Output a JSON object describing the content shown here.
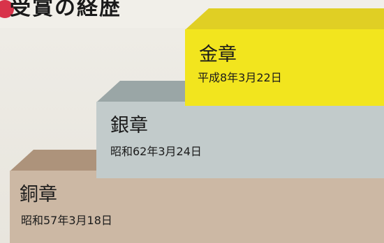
{
  "heading": "受賞の経歴",
  "colors": {
    "gold": "#f2e51e",
    "gold_top": "#e0cf24",
    "silver": "#c2cbcb",
    "silver_top": "#9aa6a6",
    "bronze": "#ccb8a4",
    "bronze_top": "#ad937b",
    "accent": "#d8334a"
  },
  "awards": [
    {
      "name": "金章",
      "date": "平成8年3月22日"
    },
    {
      "name": "銀章",
      "date": "昭和62年3月24日"
    },
    {
      "name": "銅章",
      "date": "昭和57年3月18日"
    }
  ]
}
